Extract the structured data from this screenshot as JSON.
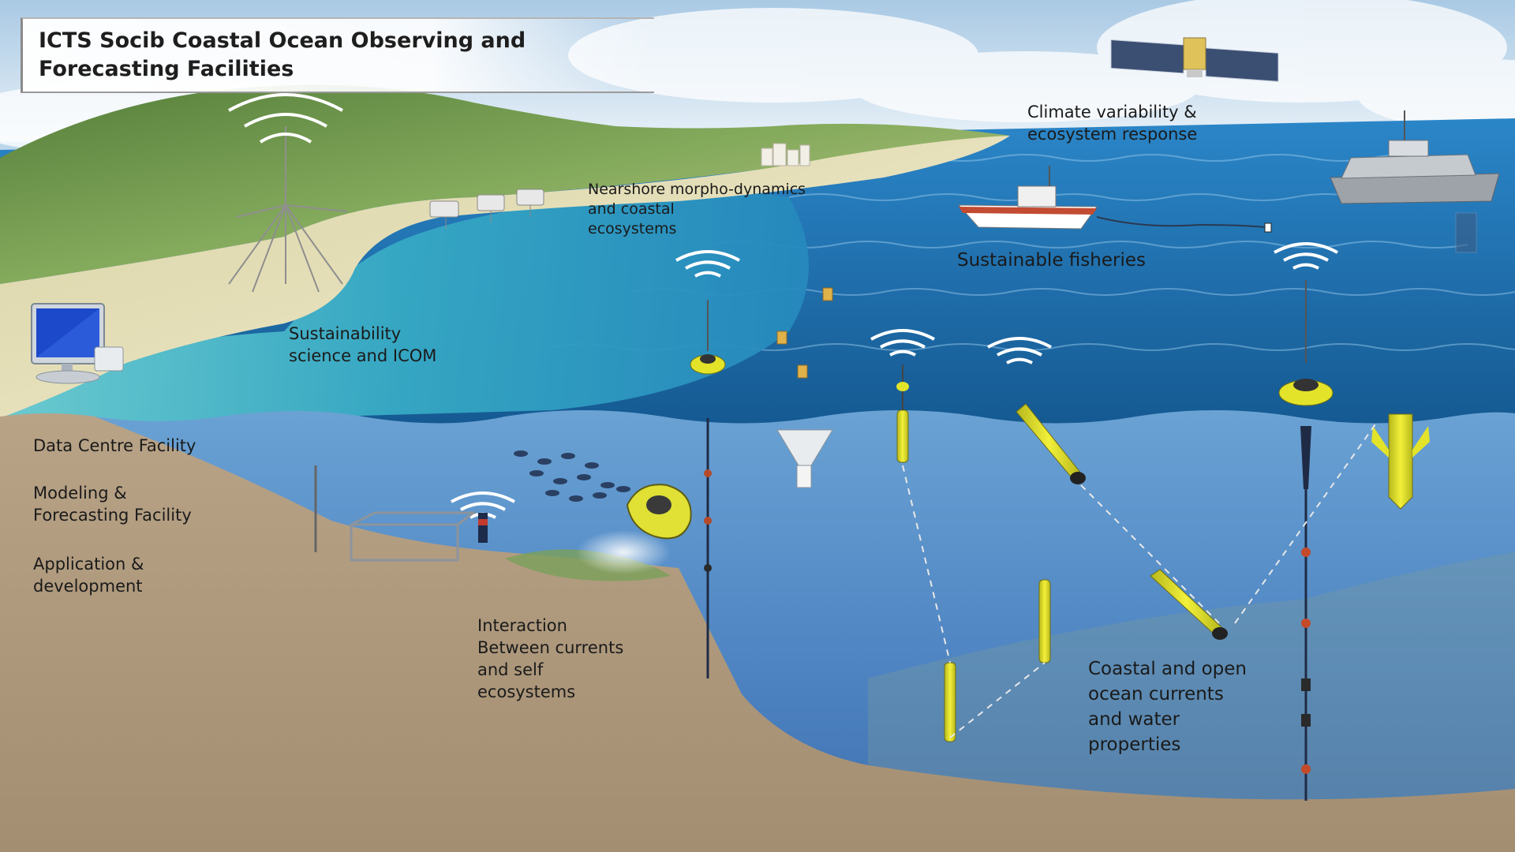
{
  "title": "ICTS Socib Coastal Ocean Observing and\nForecasting Facilities",
  "labels": {
    "climate": "Climate variability &\necosystem response",
    "nearshore": "Nearshore morpho-dynamics\nand coastal\n ecosystems",
    "fisheries": "Sustainable fisheries",
    "sustainability": "Sustainability\nscience and ICOM",
    "data_centre": "Data Centre Facility",
    "modeling": "Modeling &\nForecasting Facility",
    "application": "Application &\ndevelopment",
    "interaction": "Interaction\nBetween currents\nand self\necosystems",
    "coastal_currents": "Coastal and open\nocean currents\nand water\nproperties"
  },
  "colors": {
    "sky": "#cfe2f1",
    "ocean_surface": "#1f6fae",
    "lagoon": "#3fb6c6",
    "underwater": "#4f8fcb",
    "seabed": "#b59f84",
    "hill": "#6f9a4c",
    "sand": "#e9dfb8",
    "instrument_yellow": "#e6e52a"
  }
}
